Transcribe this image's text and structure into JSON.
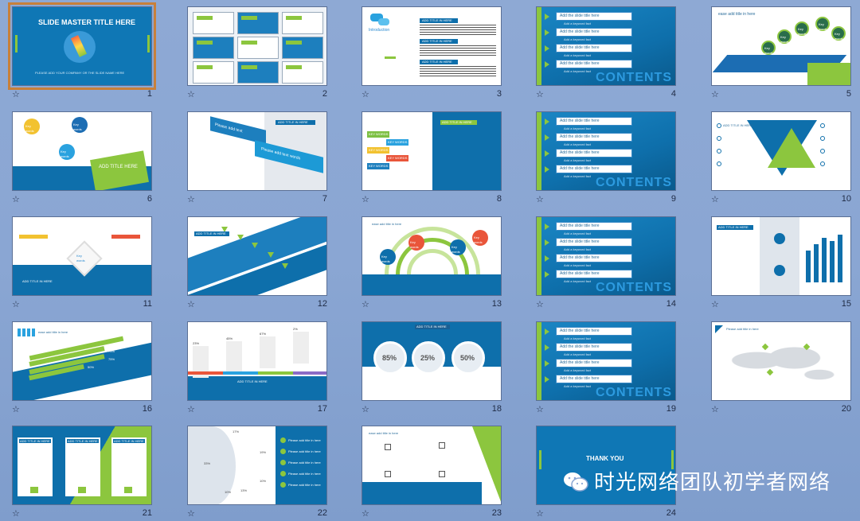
{
  "slides": [
    {
      "n": "1",
      "title": "SLIDE MASTER TITLE HERE",
      "subtitle": "PLEASE ADD YOUR COMPANY OR THE SLIDE NAME HERE"
    },
    {
      "n": "2"
    },
    {
      "n": "3",
      "label": "Introduction",
      "heading": "ADD TITLE IN HERE"
    },
    {
      "n": "4",
      "items": [
        "Add the slide title here",
        "Add the slide title here",
        "Add the slide title here",
        "Add the slide title here"
      ],
      "sub": "Add a keyword fact",
      "watermark": "CONTENTS"
    },
    {
      "n": "5",
      "heading": "ease add title in here",
      "keys": [
        "Key words",
        "Key words",
        "Key words",
        "Key words",
        "Key words"
      ]
    },
    {
      "n": "6",
      "heading": "ADD TITLE HERE",
      "keys": [
        "Key words",
        "Key words",
        "Key words"
      ]
    },
    {
      "n": "7",
      "labels": [
        "Please add text",
        "Please add text words"
      ],
      "heading": "ADD TITLE IN HERE"
    },
    {
      "n": "8",
      "keys": [
        "KEY WORDS",
        "KEY WORDS",
        "KEY WORDS",
        "KEY WORDS",
        "KEY WORDS"
      ],
      "heading": "ADD TITLE IN HERE"
    },
    {
      "n": "9",
      "items": [
        "Add the slide title here",
        "Add the slide title here",
        "Add the slide title here",
        "Add the slide title here"
      ],
      "sub": "Add a keyword fact",
      "watermark": "CONTENTS"
    },
    {
      "n": "10",
      "heading": "ADD TITLE IN HERE"
    },
    {
      "n": "11",
      "heading": "ADD TITLE IN HERE",
      "key": "Key words"
    },
    {
      "n": "12",
      "heading": "ADD TITLE IN HERE"
    },
    {
      "n": "13",
      "heading": "ease add title in here",
      "keys": [
        "Key words",
        "Key words",
        "Key words",
        "Key words"
      ]
    },
    {
      "n": "14",
      "items": [
        "Add the slide title here",
        "Add the slide title here",
        "Add the slide title here",
        "Add the slide title here"
      ],
      "sub": "Add a keyword fact",
      "watermark": "CONTENTS"
    },
    {
      "n": "15",
      "heading": "ADD TITLE IN HERE"
    },
    {
      "n": "16",
      "heading": "ease add title in here",
      "values": [
        "100%",
        "75%",
        "75%",
        "50%"
      ]
    },
    {
      "n": "17",
      "percents": [
        "23%",
        "45%",
        "67%",
        "2%"
      ],
      "heading": "ADD TITLE IN HERE"
    },
    {
      "n": "18",
      "heading": "ADD TITLE IN HERE",
      "percents": [
        "85%",
        "25%",
        "50%"
      ]
    },
    {
      "n": "19",
      "items": [
        "Add the slide title here",
        "Add the slide title here",
        "Add the slide title here",
        "Add the slide title here"
      ],
      "sub": "Add a keyword fact",
      "watermark": "CONTENTS"
    },
    {
      "n": "20",
      "heading": "Please add title in here"
    },
    {
      "n": "21",
      "heading": "ADD TITLE IN HERE"
    },
    {
      "n": "22",
      "percents": [
        "17%",
        "19%",
        "33%",
        "10%",
        "10%",
        "13%"
      ],
      "item": "Please add title in here"
    },
    {
      "n": "23",
      "heading": "ease add title in here"
    },
    {
      "n": "24",
      "title": "THANK YOU"
    }
  ],
  "star_icon": "☆",
  "watermark_text": "时光网络团队初学者网络",
  "colors": {
    "blue": "#0e6fab",
    "green": "#8cc63e",
    "bg": "#8ea9d4",
    "selected": "#c8803a"
  }
}
